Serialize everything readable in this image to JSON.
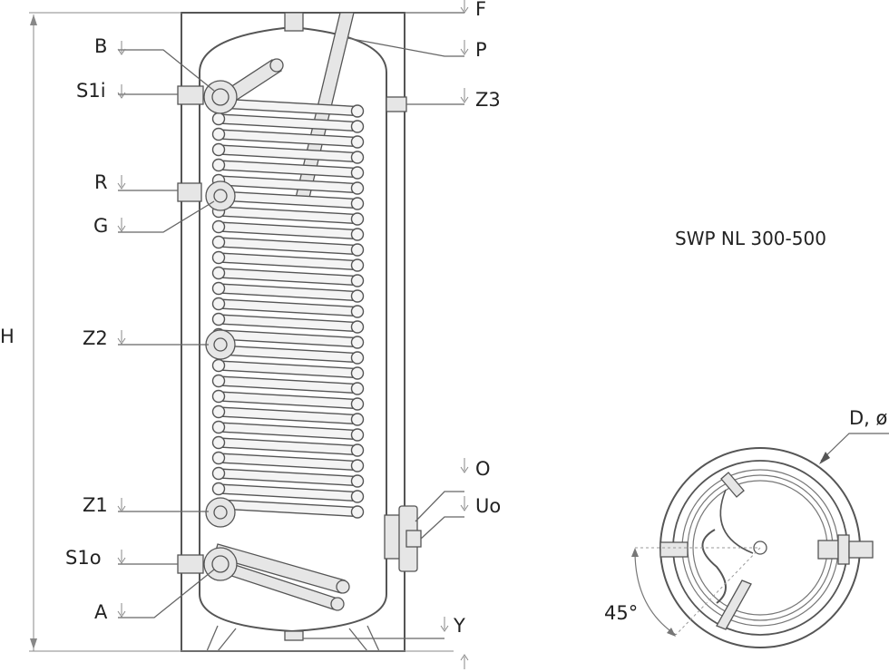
{
  "title": "SWP NL 300-500",
  "labels": {
    "F": "F",
    "B": "B",
    "P": "P",
    "S1i": "S1i",
    "Z3": "Z3",
    "R": "R",
    "G": "G",
    "H": "H",
    "Z2": "Z2",
    "O": "O",
    "Uo": "Uo",
    "Z1": "Z1",
    "S1o": "S1o",
    "A": "A",
    "Y": "Y",
    "D": "D, ø",
    "angle": "45°"
  }
}
